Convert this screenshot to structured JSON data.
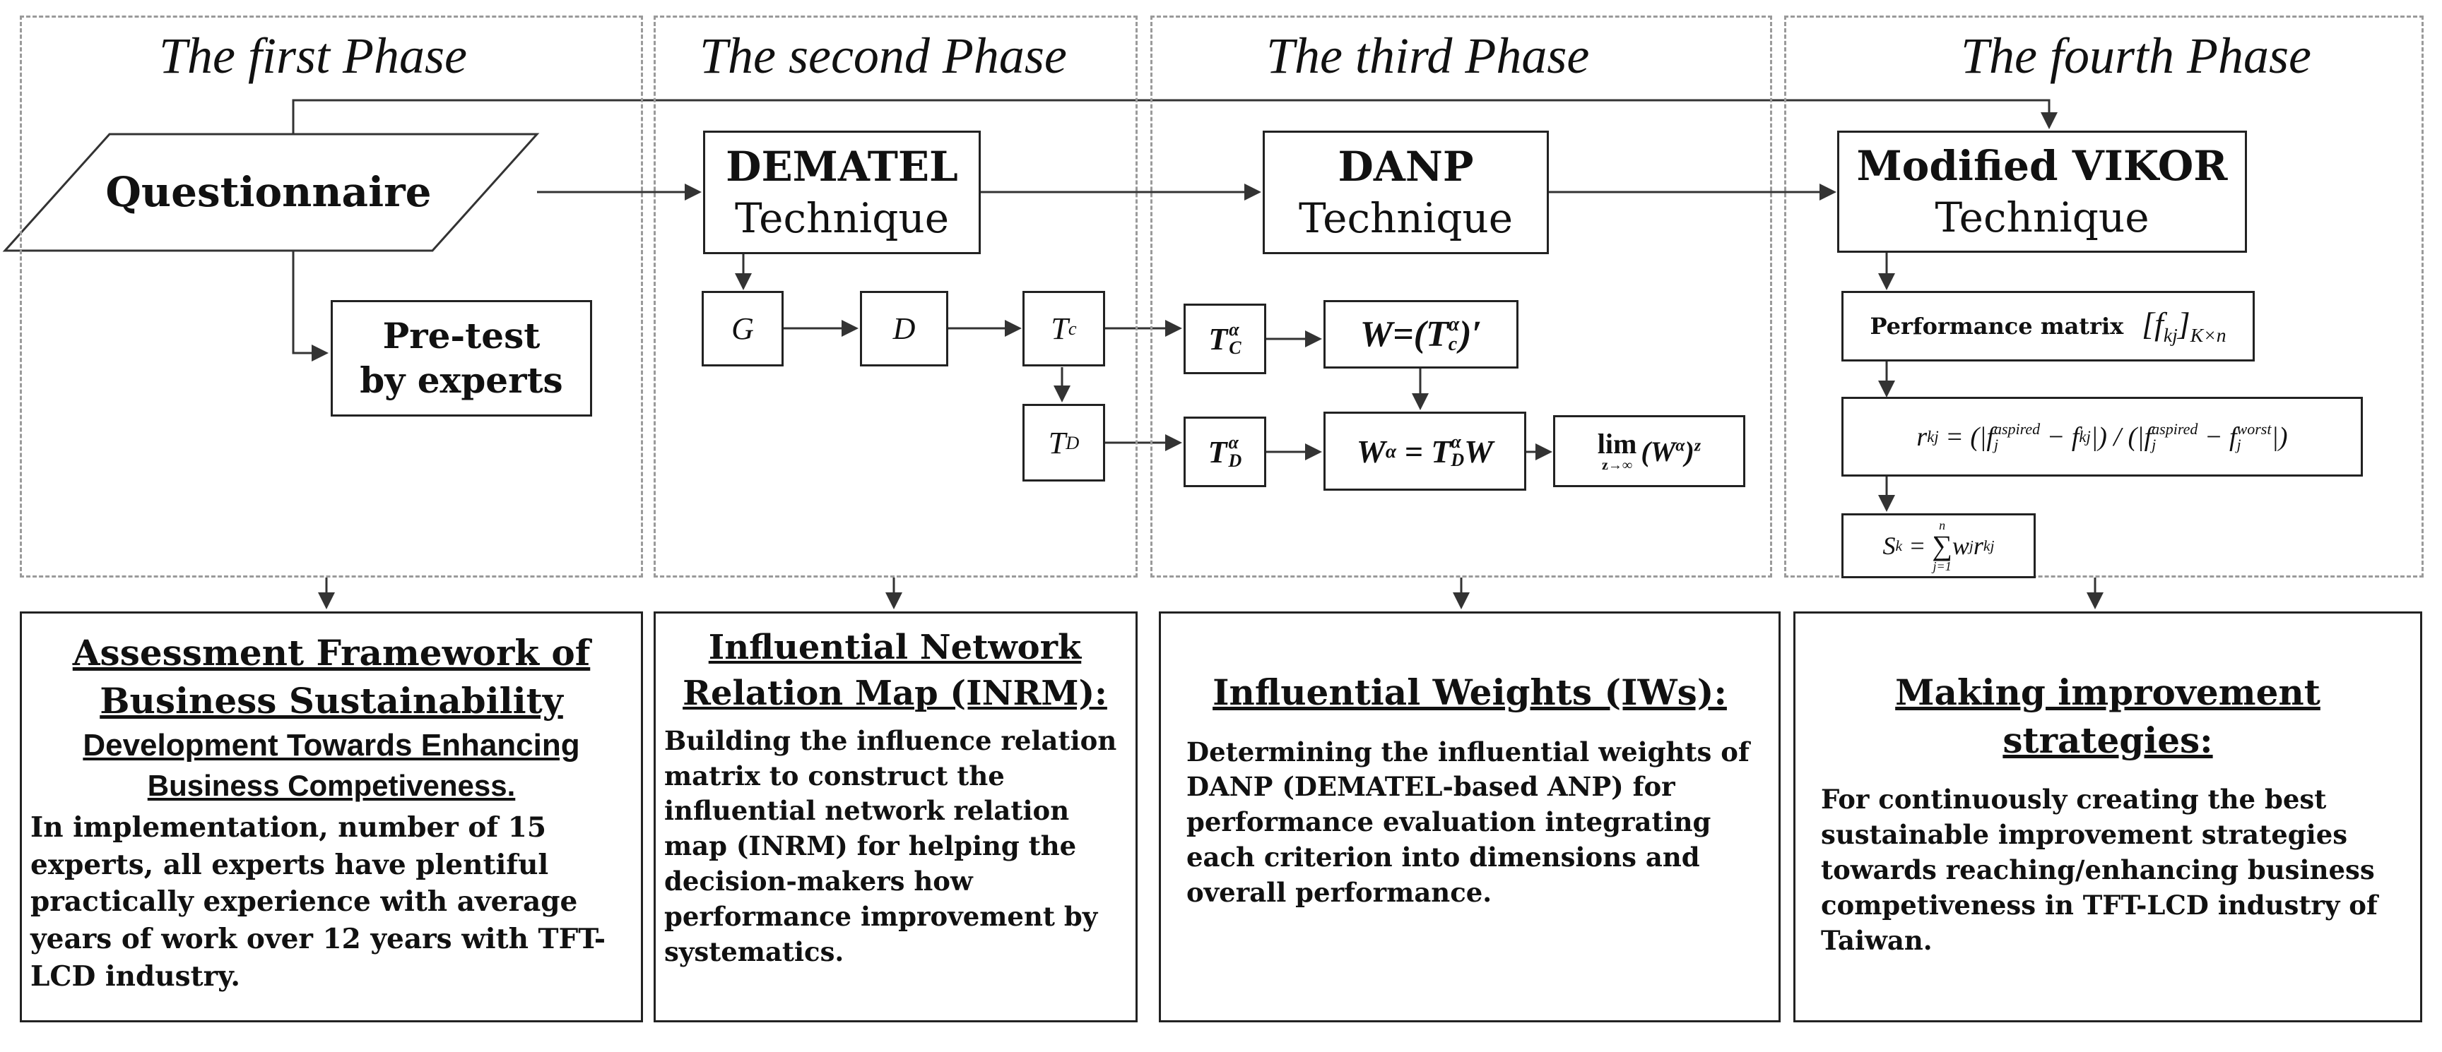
{
  "phases": [
    {
      "title": "The first Phase"
    },
    {
      "title": "The second Phase"
    },
    {
      "title": "The third Phase"
    },
    {
      "title": "The fourth Phase"
    }
  ],
  "process": {
    "questionnaire": "Questionnaire",
    "pretest_line1": "Pre-test",
    "pretest_line2": "by experts",
    "dematel_line1": "DEMATEL",
    "dematel_line2": "Technique",
    "danp_line1": "DANP",
    "danp_line2": "Technique",
    "vikor_line1": "Modified VIKOR",
    "vikor_line2": "Technique"
  },
  "matrices": {
    "g": "G",
    "d": "D",
    "tc": "T",
    "tc_sub": "c",
    "td": "T",
    "td_sub": "D",
    "tca": "T",
    "tca_sup": "α",
    "tca_sub": "C",
    "tda": "T",
    "tda_sup": "α",
    "tda_sub": "D",
    "w_eq": "W=(T",
    "w_eq_sup": "α",
    "w_eq_sub": "c",
    "w_eq_end": ")′",
    "wa_lhs": "W",
    "wa_lhs_sup": "α",
    "wa_mid": " = T",
    "wa_mid_sup": "α",
    "wa_mid_sub": "D",
    "wa_end": "W",
    "lim": "lim",
    "lim_sub": "z→∞",
    "lim_expr": "(W",
    "lim_expr_sup": "α",
    "lim_expr_end": ")",
    "lim_pow": "z"
  },
  "vikor": {
    "perf_label": "Performance matrix",
    "perf_matrix": "[f",
    "perf_matrix_sub": "kj",
    "perf_matrix_end": "]",
    "perf_matrix_dim": "K×n",
    "r_formula_lhs": "r",
    "r_formula_lhs_sub": "kj",
    "r_formula_a": " = (|f",
    "r_formula_a_sup": "aspired",
    "r_formula_a_sub": "j",
    "r_formula_b": " − f",
    "r_formula_b_sub": "kj",
    "r_formula_c": "|) / (|f",
    "r_formula_c_sup": "aspired",
    "r_formula_c_sub": "j",
    "r_formula_d": " − f",
    "r_formula_d_sup": "worst",
    "r_formula_d_sub": "j",
    "r_formula_e": "|)",
    "s_lhs": "S",
    "s_lhs_sub": "k",
    "s_eq": " = ",
    "s_sum": "∑",
    "s_sum_top": "n",
    "s_sum_bottom": "j=1",
    "s_rhs": "w",
    "s_rhs_sub": "j",
    "s_rhs2": "r",
    "s_rhs2_sub": "kj"
  },
  "outputs": [
    {
      "heading_lines": [
        "Assessment Framework of",
        "Business Sustainability"
      ],
      "heading_sans_lines": [
        "Development Towards Enhancing",
        "Business Competiveness."
      ],
      "body": "In implementation, number of 15 experts, all experts have plentiful practically experience with average years of work over 12 years with TFT-LCD industry."
    },
    {
      "heading_lines": [
        "Influential Network",
        "Relation Map (INRM):"
      ],
      "body": "Building the influence relation matrix to construct the influential network relation map (INRM) for helping the decision-makers how performance improvement by systematics."
    },
    {
      "heading_lines": [
        "Influential Weights (IWs):"
      ],
      "body": "Determining the influential weights of DANP (DEMATEL-based ANP) for performance evaluation integrating each criterion into dimensions and overall performance."
    },
    {
      "heading_lines": [
        "Making improvement strategies:"
      ],
      "body": "For continuously creating the best sustainable improvement strategies towards reaching/enhancing business competiveness in TFT-LCD industry of Taiwan."
    }
  ]
}
